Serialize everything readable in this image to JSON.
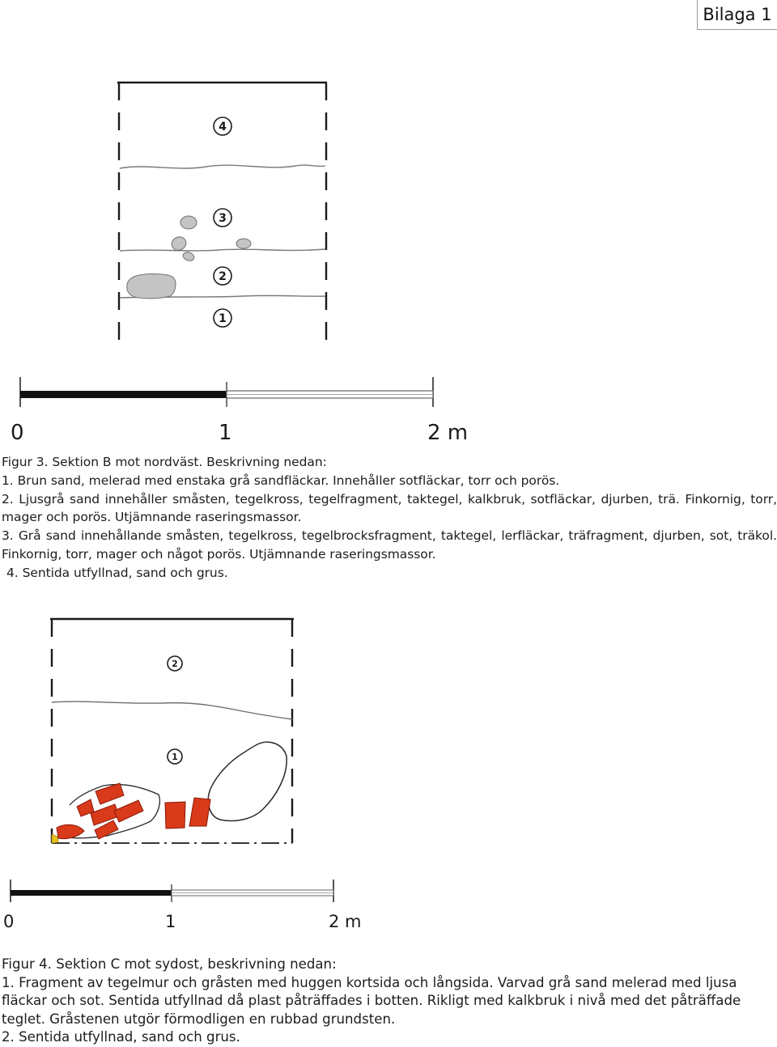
{
  "header": {
    "label": "Bilaga 1"
  },
  "figure3": {
    "layer_labels": [
      "4",
      "3",
      "2",
      "1"
    ],
    "scale": {
      "labels": [
        "0",
        "1",
        "2 m"
      ]
    },
    "caption": {
      "title": "Figur 3. Sektion B mot nordväst. Beskrivning nedan:",
      "items": [
        "1. Brun sand, melerad med enstaka grå sandfläckar. Innehåller sotfläckar, torr och porös.",
        "2. Ljusgrå sand innehåller småsten, tegelkross, tegelfragment, taktegel, kalkbruk, sotfläckar, djurben, trä. Finkornig, torr, mager och porös. Utjämnande raseringsmassor.",
        "3. Grå sand innehållande småsten, tegelkross, tegelbrocksfragment, taktegel, lerfläckar, träfragment, djurben, sot, träkol. Finkornig, torr, mager och något porös. Utjämnande raseringsmassor.",
        "4. Sentida utfyllnad, sand och grus."
      ]
    }
  },
  "figure4": {
    "layer_labels": [
      "2",
      "1"
    ],
    "scale": {
      "labels": [
        "0",
        "1",
        "2 m"
      ]
    },
    "caption": {
      "title": "Figur 4. Sektion C mot sydost, beskrivning nedan:",
      "items": [
        "1. Fragment av tegelmur och gråsten med huggen kortsida och långsida. Varvad grå sand melerad med ljusa fläckar och sot. Sentida utfyllnad då plast påträffades i botten. Rikligt med kalkbruk i nivå med det påträffade teglet. Gråstenen utgör förmodligen en rubbad grundsten.",
        "2. Sentida utfyllnad, sand och grus."
      ]
    }
  },
  "colors": {
    "stone": "#c4c4c4",
    "brick": "#d83a1a",
    "plastic": "#e8c21a",
    "line": "#1a1a1a"
  }
}
